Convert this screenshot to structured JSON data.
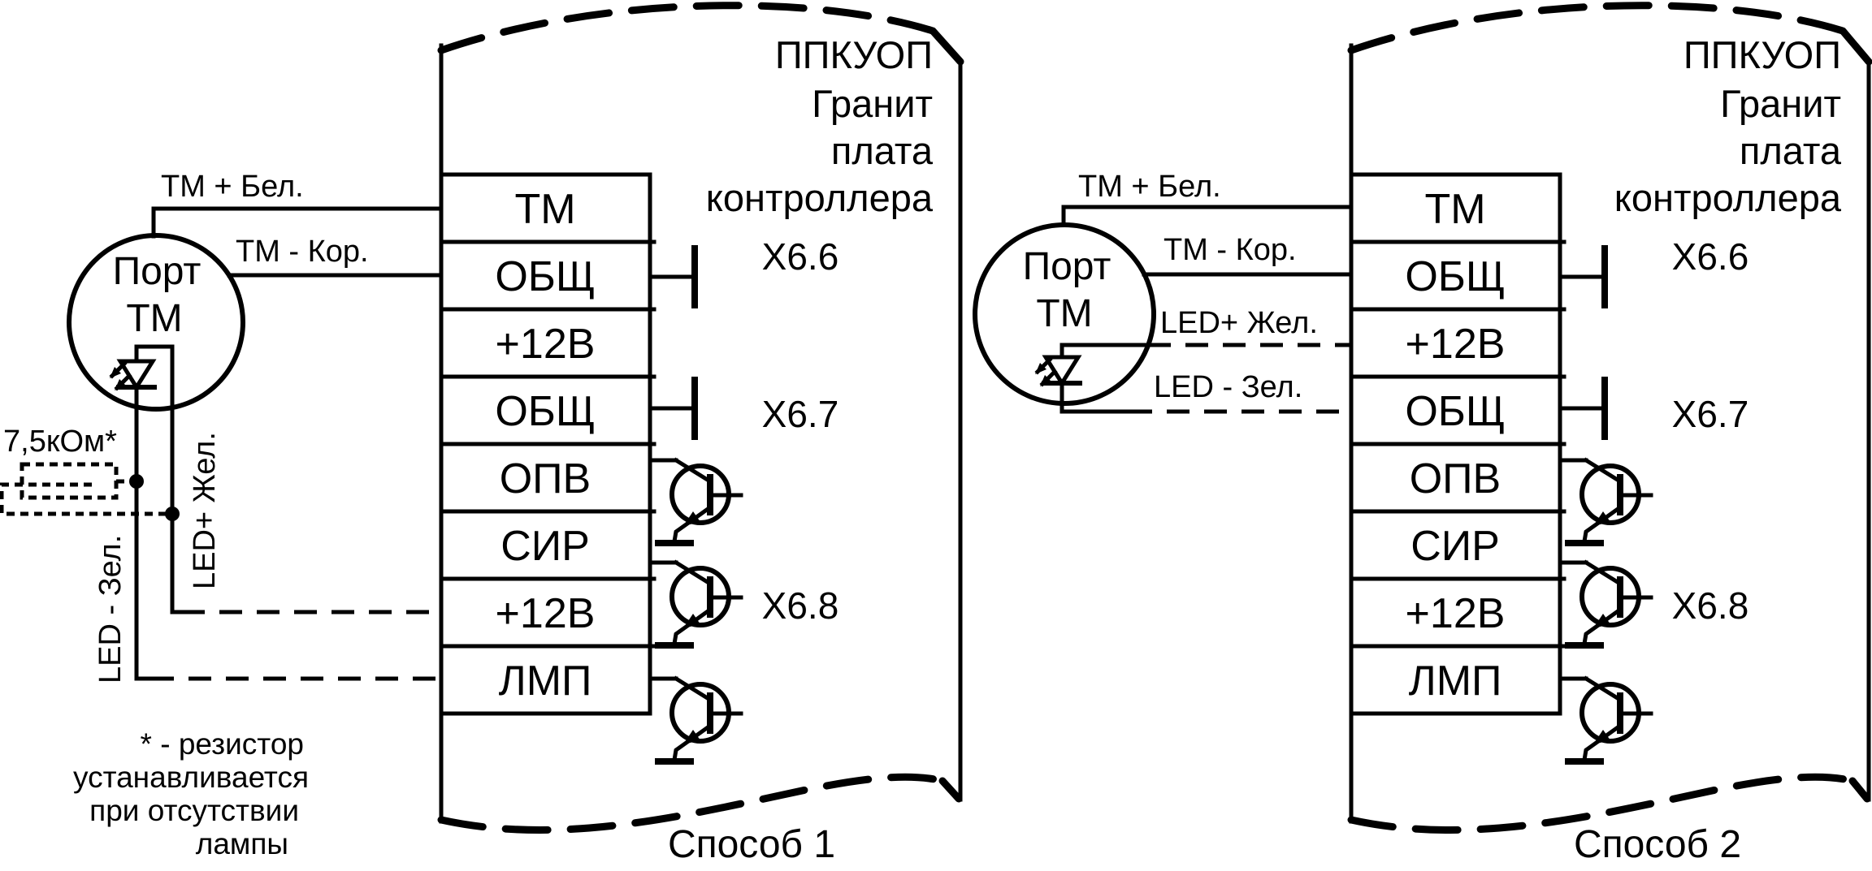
{
  "d1": {
    "caption": "Способ 1",
    "board_title": [
      "ППКУОП",
      "Гранит",
      "плата",
      "контроллера"
    ],
    "port": [
      "Порт",
      "ТМ"
    ],
    "terminals": [
      "ТМ",
      "ОБЩ",
      "+12В",
      "ОБЩ",
      "ОПВ",
      "СИР",
      "+12В",
      "ЛМП"
    ],
    "connectors": [
      "X6.6",
      "X6.7",
      "X6.8"
    ],
    "wire_tm_plus": "ТМ + Бел.",
    "wire_tm_minus": "ТМ - Кор.",
    "wire_led_plus": "LED+ Жел.",
    "wire_led_minus": "LED - Зел.",
    "resistor_value": "7,5кОм*",
    "note": [
      "* - резистор",
      "устанавливается",
      "при отсутствии",
      "лампы"
    ]
  },
  "d2": {
    "caption": "Способ 2",
    "board_title": [
      "ППКУОП",
      "Гранит",
      "плата",
      "контроллера"
    ],
    "port": [
      "Порт",
      "ТМ"
    ],
    "terminals": [
      "ТМ",
      "ОБЩ",
      "+12В",
      "ОБЩ",
      "ОПВ",
      "СИР",
      "+12В",
      "ЛМП"
    ],
    "connectors": [
      "X6.6",
      "X6.7",
      "X6.8"
    ],
    "wire_tm_plus": "ТМ + Бел.",
    "wire_tm_minus": "ТМ - Кор.",
    "wire_led_plus": "LED+ Жел.",
    "wire_led_minus": "LED - Зел."
  },
  "colors": {
    "ink": "#000000",
    "paper": "#ffffff"
  }
}
